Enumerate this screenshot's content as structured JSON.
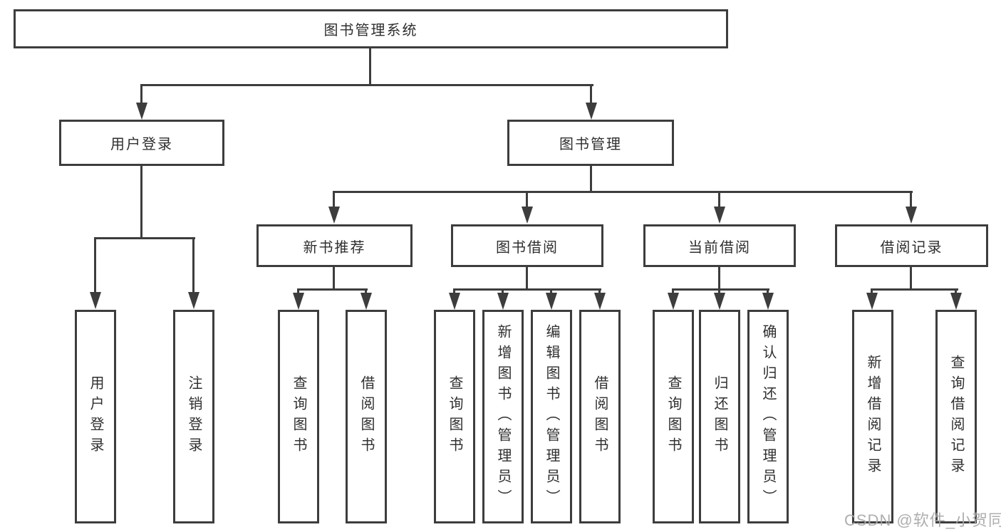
{
  "diagram": {
    "root": "图书管理系统",
    "branches": [
      {
        "label": "用户登录",
        "children": [
          "用户登录",
          "注销登录"
        ]
      },
      {
        "label": "图书管理",
        "sections": [
          {
            "label": "新书推荐",
            "children": [
              "查询图书",
              "借阅图书"
            ]
          },
          {
            "label": "图书借阅",
            "children": [
              "查询图书",
              "新增图书（管理员）",
              "编辑图书（管理员）",
              "借阅图书"
            ]
          },
          {
            "label": "当前借阅",
            "children": [
              "查询图书",
              "归还图书",
              "确认归还（管理员）"
            ]
          },
          {
            "label": "借阅记录",
            "children": [
              "新增借阅记录",
              "查询借阅记录"
            ]
          }
        ]
      }
    ]
  },
  "watermark": "CSDN @软件_小贺同学",
  "colors": {
    "line": "#3d3d3d",
    "text": "#2f2f2f",
    "watermark": "#a7a7a7",
    "background": "#ffffff"
  }
}
